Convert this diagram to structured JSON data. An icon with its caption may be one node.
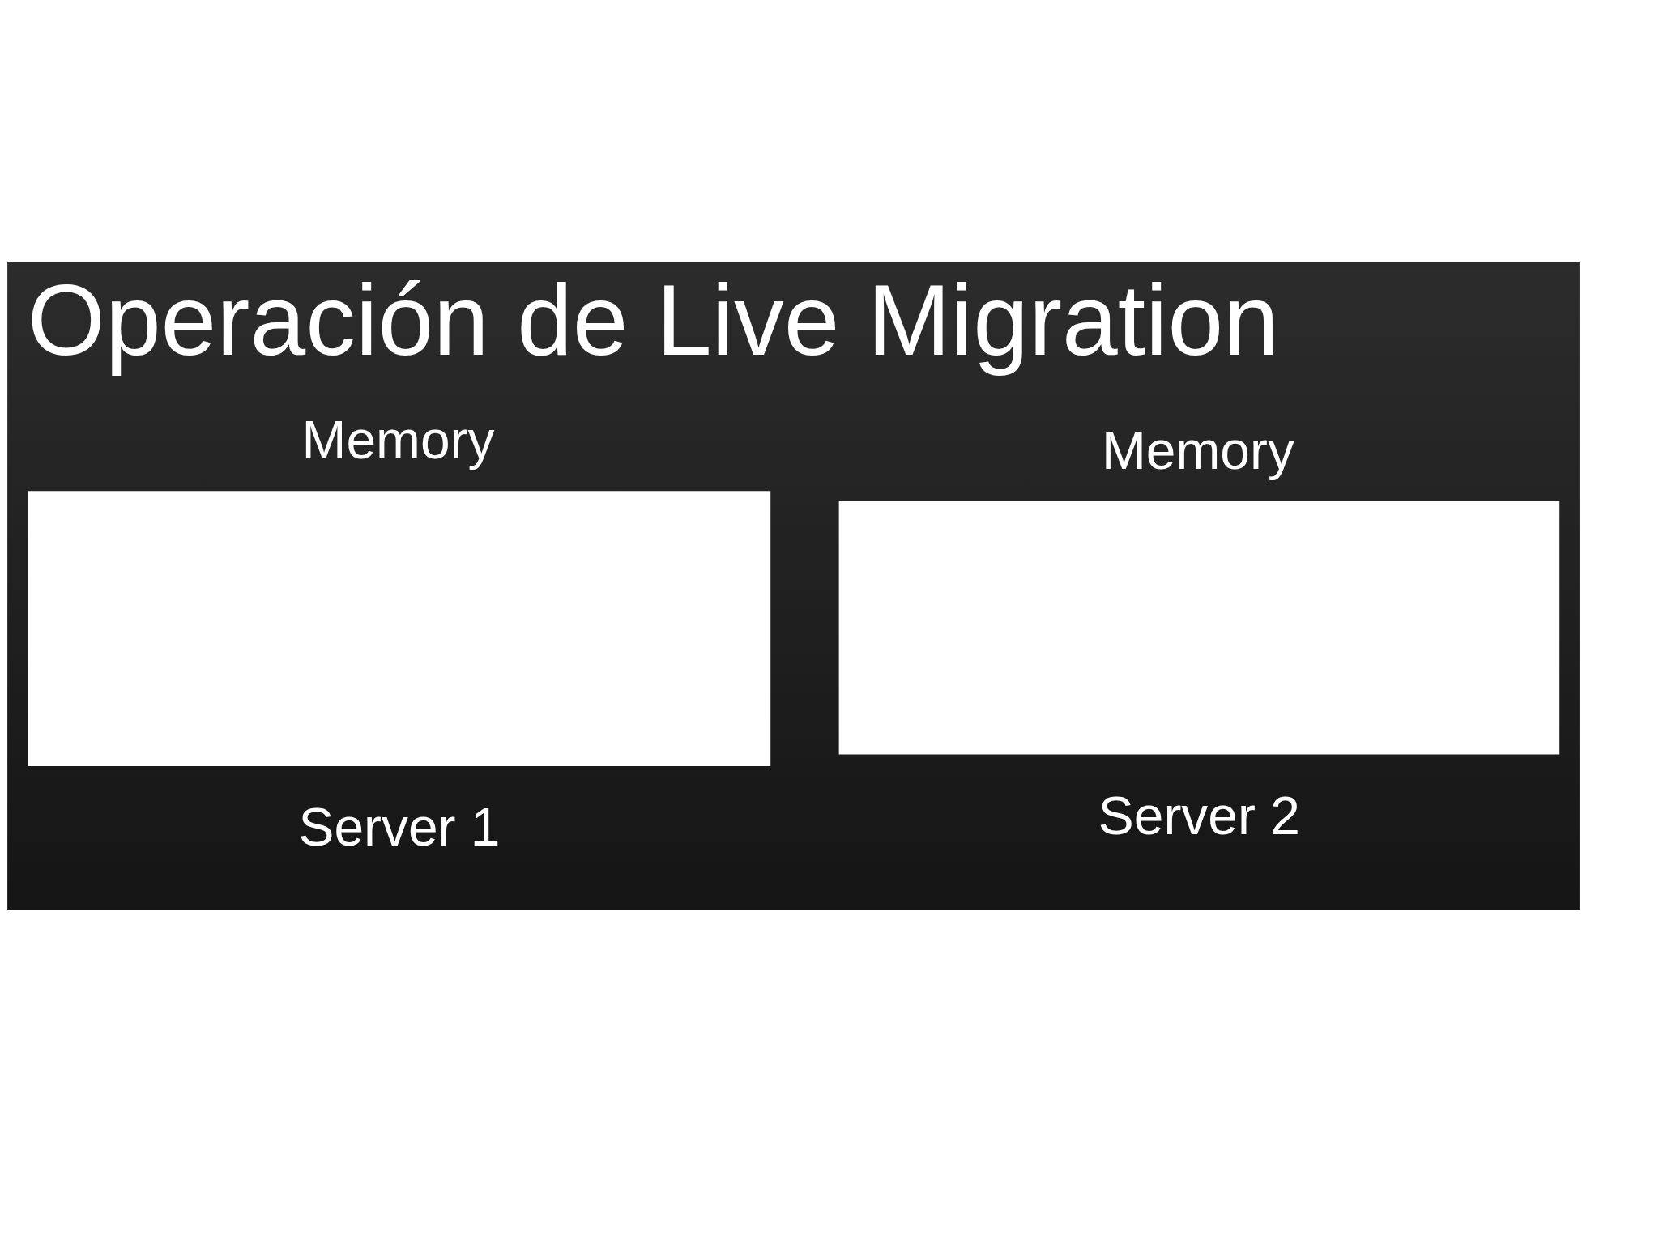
{
  "diagram": {
    "title": "Operación de Live Migration",
    "nodes": [
      {
        "text": [
          "Memory"
        ],
        "beside": [
          "Server 1"
        ]
      },
      {
        "text": [
          "Memory"
        ],
        "beside": [
          "Server 2"
        ]
      }
    ]
  }
}
